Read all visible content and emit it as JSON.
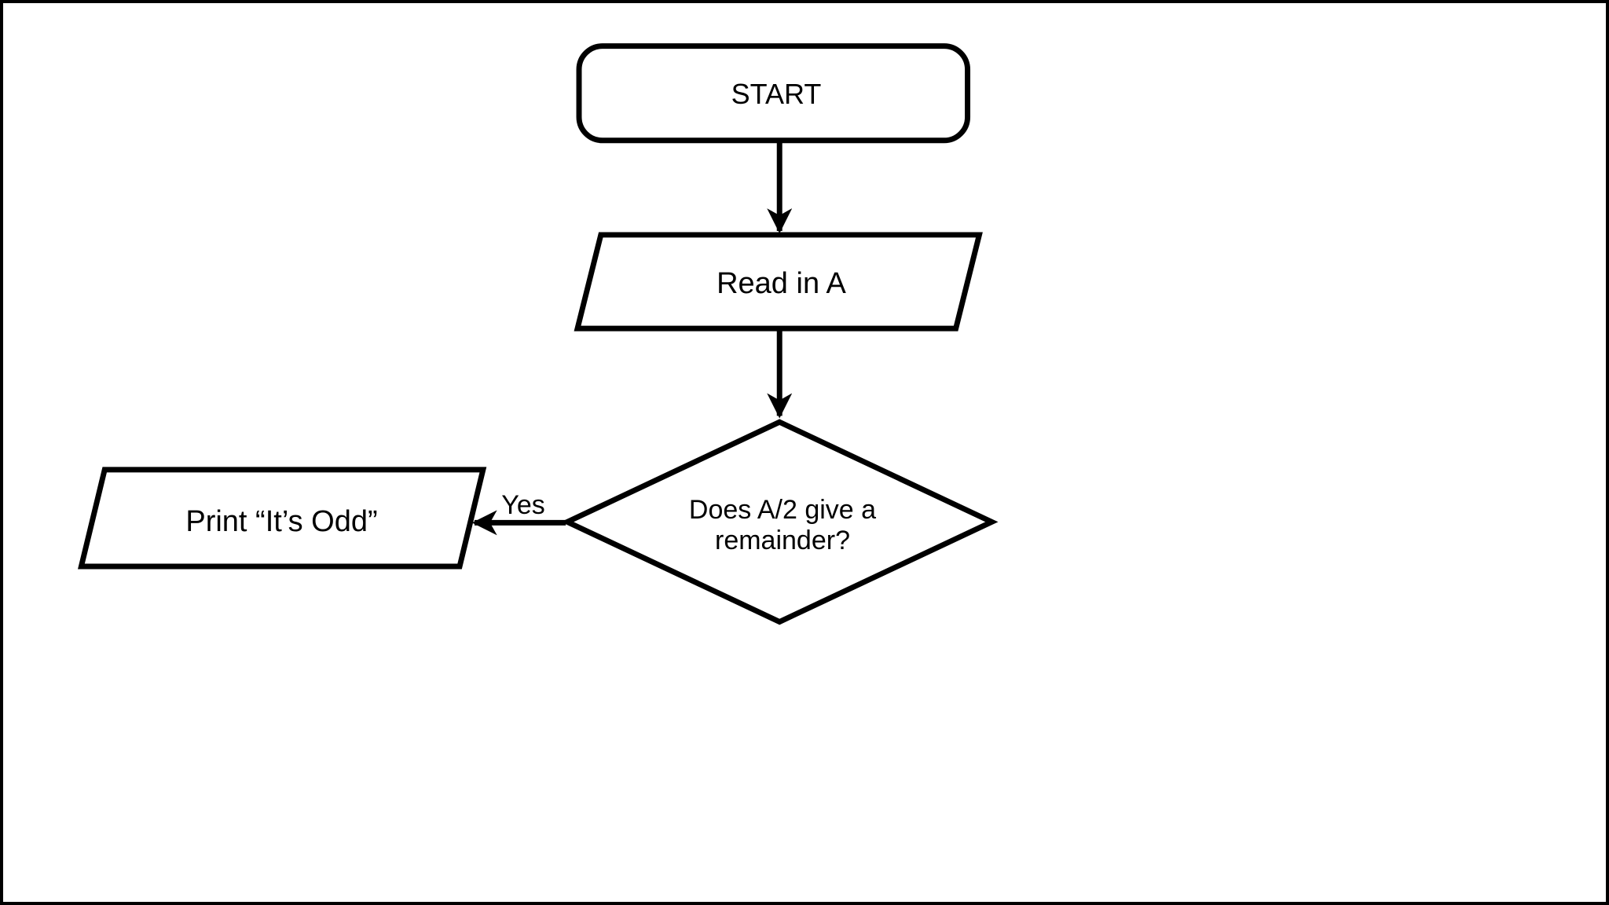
{
  "colors": {
    "background": "#ffffff",
    "shape_fill": "#ffffff",
    "stroke": "#000000",
    "text": "#000000",
    "page_border": "#000000"
  },
  "flowchart": {
    "nodes": [
      {
        "id": "start",
        "shape": "terminator",
        "label": "START"
      },
      {
        "id": "read-a",
        "shape": "parallelogram",
        "label": "Read in A"
      },
      {
        "id": "decision",
        "shape": "diamond",
        "label": "Does A/2 give a remainder?"
      },
      {
        "id": "print-odd",
        "shape": "parallelogram",
        "label": "Print “It’s Odd”"
      }
    ],
    "connectors": [
      {
        "from": "start",
        "to": "read-a",
        "label": ""
      },
      {
        "from": "read-a",
        "to": "decision",
        "label": ""
      },
      {
        "from": "decision",
        "to": "print-odd",
        "label": "Yes"
      }
    ]
  }
}
